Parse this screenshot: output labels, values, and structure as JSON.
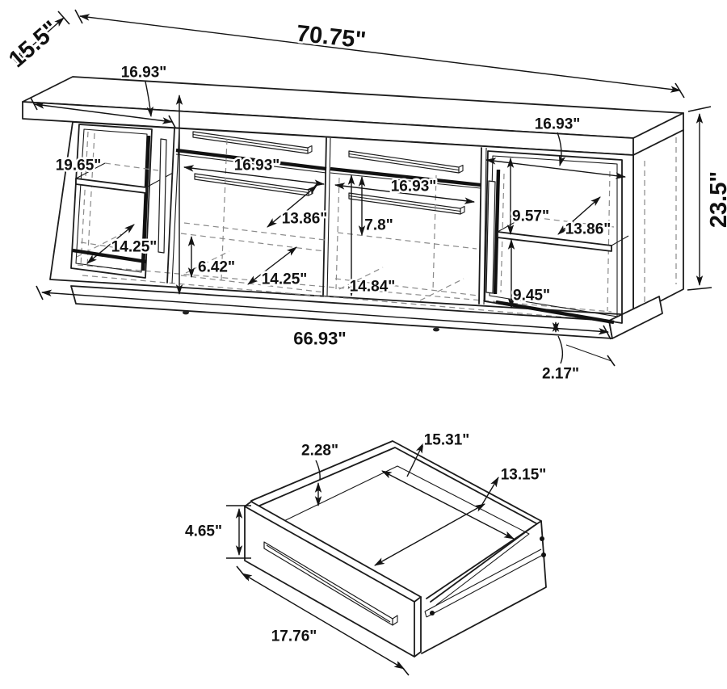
{
  "figure": {
    "kind": "furniture-dimension-diagram",
    "views": [
      "tv-console-isometric",
      "drawer-isometric"
    ]
  },
  "console": {
    "dims": {
      "depth": "15.5\"",
      "overall_width": "70.75\"",
      "overall_height": "23.5\"",
      "base_width": "66.93\"",
      "toe_kick_height": "2.17\"",
      "left_door_width": "16.93\"",
      "left_interior_height": "19.65\"",
      "left_shelf_depth": "14.25\"",
      "center_left_door_width": "16.93\"",
      "center_left_shelf_diagonal": "13.86\"",
      "center_left_shelf_gap": "6.42\"",
      "center_left_floor_depth": "14.25\"",
      "center_right_door_width": "16.93\"",
      "center_right_top_gap": "7.8\"",
      "center_right_interior_height": "14.84\"",
      "right_door_width": "16.93\"",
      "right_upper_gap": "9.57\"",
      "right_shelf_depth": "13.86\"",
      "right_lower_gap": "9.45\""
    }
  },
  "drawer": {
    "dims": {
      "rail_gap": "2.28\"",
      "interior_width": "15.31\"",
      "interior_depth": "13.15\"",
      "front_height": "4.65\"",
      "front_width": "17.76\""
    }
  }
}
